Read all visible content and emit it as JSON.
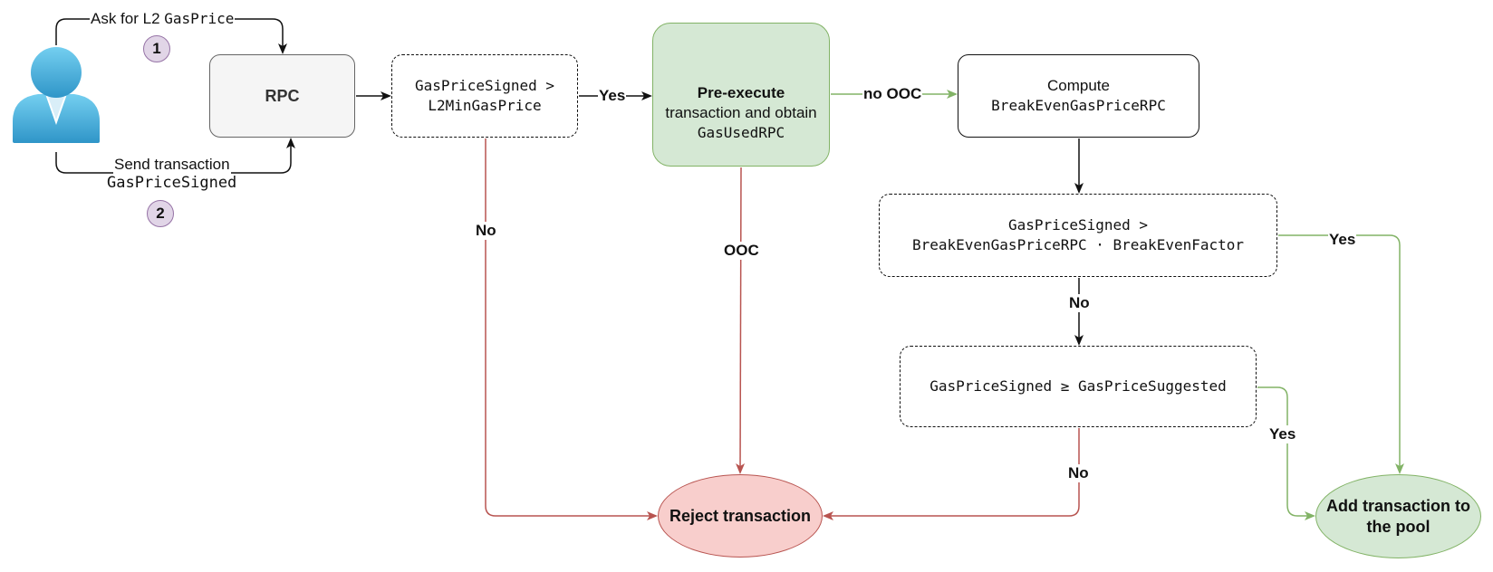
{
  "user": {
    "icon": "user-icon"
  },
  "badges": {
    "step1": "1",
    "step2": "2"
  },
  "edges": {
    "ask_prefix": "Ask for L2",
    "ask_code": "GasPrice",
    "send_label": "Send transaction",
    "send_code": "GasPriceSigned",
    "yes_rpc": "Yes",
    "no_ooc": "no OOC",
    "no_min": "No",
    "ooc": "OOC",
    "yes_breakeven": "Yes",
    "no_breakeven": "No",
    "yes_suggested": "Yes",
    "no_suggested": "No"
  },
  "nodes": {
    "rpc": "RPC",
    "min_check": {
      "line1": "GasPriceSigned >",
      "line2": "L2MinGasPrice"
    },
    "preexecute": {
      "title": "Pre-execute",
      "line2": "transaction and obtain",
      "line3": "GasUsedRPC",
      "icon": "gears-icon"
    },
    "compute": {
      "line1": "Compute",
      "line2": "BreakEvenGasPriceRPC"
    },
    "breakeven_check": {
      "line1": "GasPriceSigned >",
      "line2": "BreakEvenGasPriceRPC · BreakEvenFactor"
    },
    "suggested_check": {
      "line1": "GasPriceSigned ≥ GasPriceSuggested"
    },
    "reject": "Reject transaction",
    "add_pool": {
      "line1": "Add transaction to",
      "line2": "the pool"
    }
  },
  "colors": {
    "black": "#111111",
    "green": "#82b366",
    "red": "#b85450",
    "green_fill": "#d5e8d4",
    "red_fill": "#f8cecc",
    "purple_fill": "#e1d5e7",
    "user_blue": "#4fb6e0"
  }
}
